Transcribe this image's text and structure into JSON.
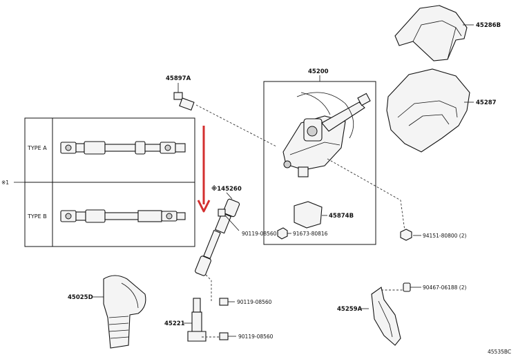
{
  "title": "",
  "labels": {
    "p45286B": "45286B",
    "p45287": "45287",
    "p45897A": "45897A",
    "p45200": "45200",
    "p45874B": "45874B",
    "p91673": "91673-80816",
    "p94151": "94151-80800 (2)",
    "p45260": "※145260",
    "p90119_top": "90119-08560",
    "p90119_mid": "90119-08560",
    "p90119_bot": "90119-08560",
    "p45025D": "45025D",
    "p45221": "45221",
    "p45259A": "45259A",
    "p90467": "90467-06188 (2)",
    "typeA": "TYPE A",
    "typeB": "TYPE B",
    "note1": "※1",
    "code": "45535BC"
  },
  "colors": {
    "line": "#111111",
    "arrow": "#d32f2f",
    "fill": "#f4f4f4"
  }
}
